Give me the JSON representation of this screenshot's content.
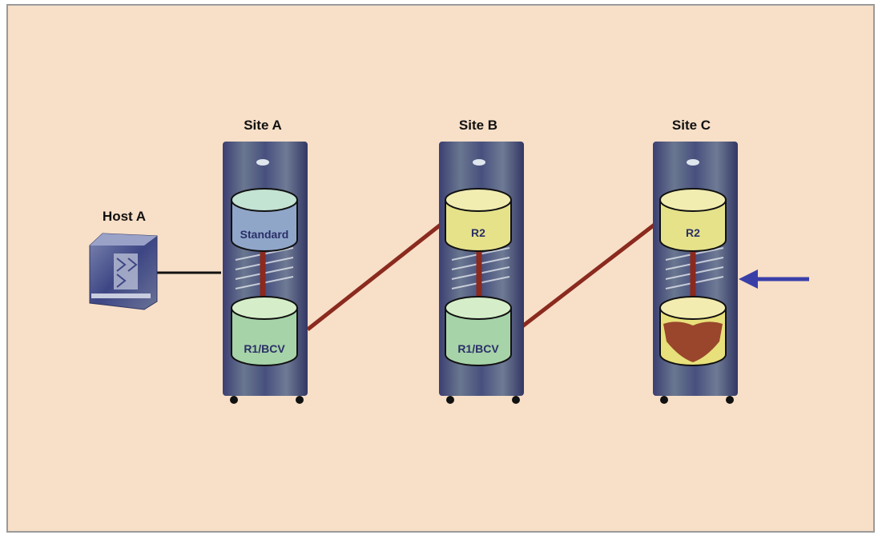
{
  "host": {
    "label": "Host A"
  },
  "sites": [
    {
      "label": "Site A",
      "top_volume": "Standard",
      "bottom_volume": "R1/BCV"
    },
    {
      "label": "Site B",
      "top_volume": "R2",
      "bottom_volume": "R1/BCV"
    },
    {
      "label": "Site C",
      "top_volume": "R2",
      "bottom_volume": ""
    }
  ],
  "colors": {
    "background": "#f7dfc8",
    "link": "#8b2a1e",
    "arrow": "#3a3fa8",
    "volume_standard": "#8fa6c9",
    "volume_mirror": "#a7d3a9",
    "volume_r2": "#e6e28a",
    "volume_target": "#e8e07a"
  },
  "icons": {
    "host": "server-icon",
    "cabinet": "storage-array-icon",
    "pointer": "arrow-left-icon"
  }
}
